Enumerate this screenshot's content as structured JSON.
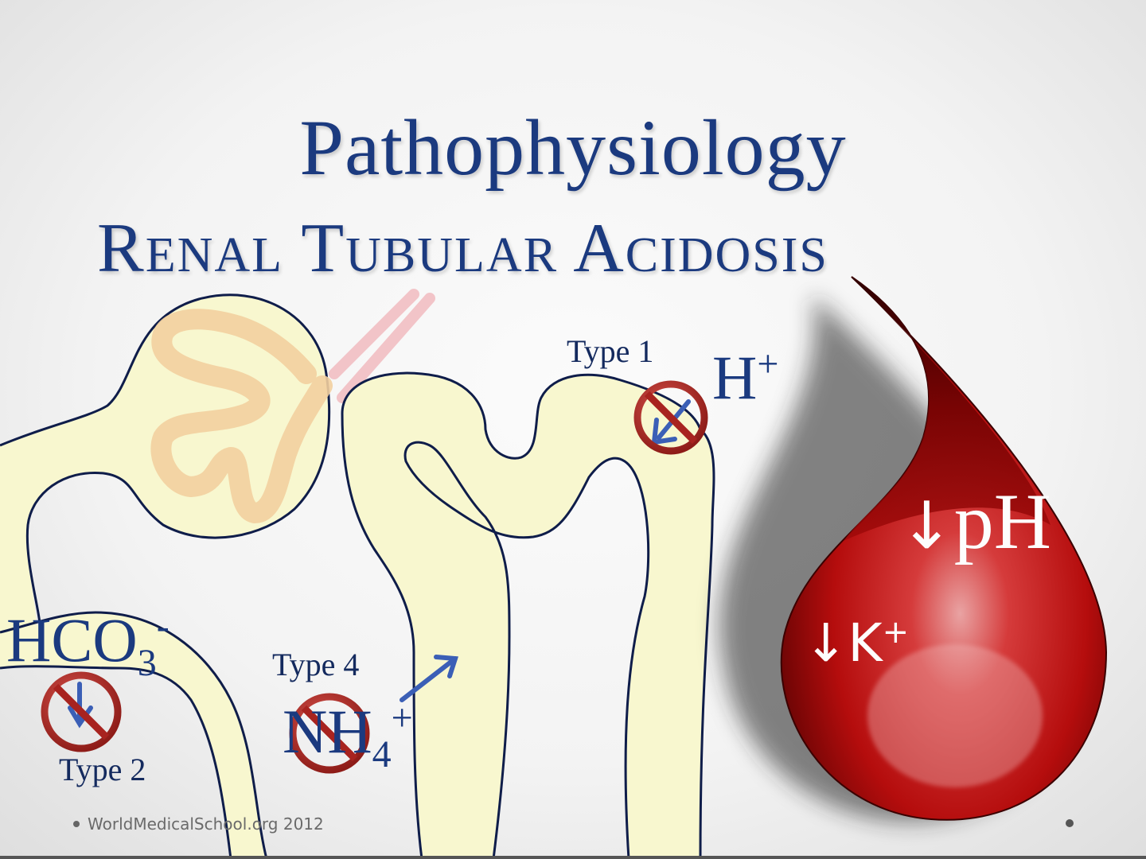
{
  "slide": {
    "title_line1": "Pathophysiology",
    "title_line2": "Renal Tubular Acidosis",
    "footer": "WorldMedicalSchool.org 2012",
    "colors": {
      "title": "#1b3a7f",
      "tubule_fill": "#f8f7cf",
      "tubule_outline": "#0f1d4a",
      "glomerulus": "#f2cf9e",
      "vessel": "#f2b8bd",
      "prohibit_red": "#b62a25",
      "arrow_blue": "#3b5fb6",
      "blood_red": "#b10d0d"
    }
  },
  "diagram": {
    "type1": {
      "label": "Type 1",
      "ion": "H",
      "ion_sup": "+",
      "icon": "prohibited-arrow-icon"
    },
    "type2": {
      "label": "Type 2",
      "ion": "HCO",
      "ion_sub": "3",
      "ion_sup": "-",
      "icon": "prohibited-arrow-icon"
    },
    "type4": {
      "label": "Type 4",
      "ion": "NH",
      "ion_sub": "4",
      "ion_sup": "+",
      "icon": "prohibited-icon"
    },
    "blood_drop": {
      "ph_arrow": "↓",
      "ph_text": "pH",
      "k_arrow": "↓",
      "k_text": "K",
      "k_sup": "+"
    }
  }
}
